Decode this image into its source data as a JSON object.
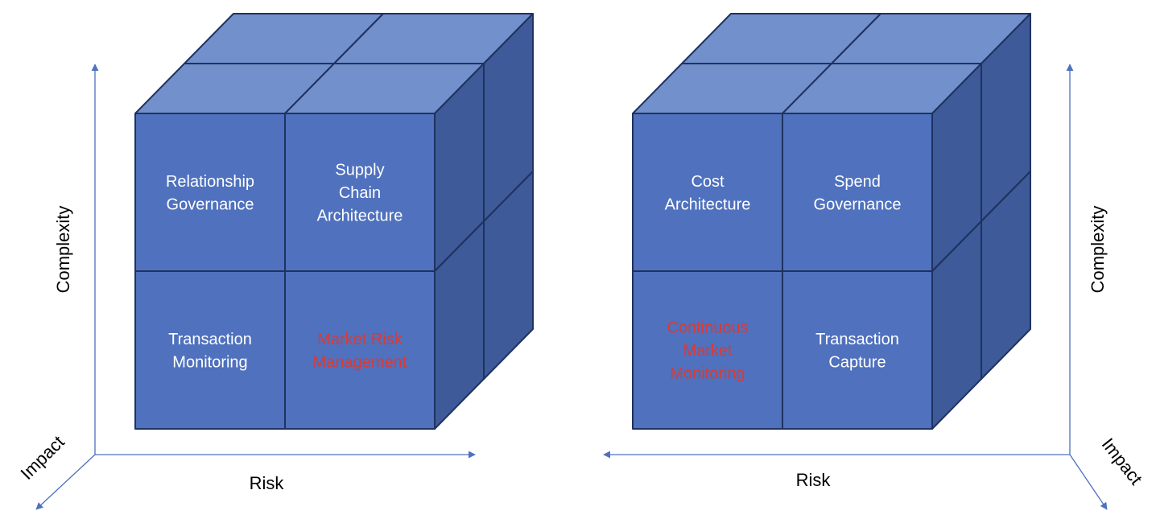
{
  "colors": {
    "front": "#4f71be",
    "top": "#7290cc",
    "side": "#3e5a98",
    "edge": "#1f3260",
    "axis": "#4f71be",
    "highlight_text": "#d83b37"
  },
  "left_cube": {
    "top_left": [
      "Relationship",
      "Governance"
    ],
    "top_right": [
      "Supply",
      "Chain",
      "Architecture"
    ],
    "bottom_left": [
      "Transaction",
      "Monitoring"
    ],
    "bottom_right": [
      "Market Risk",
      "Management"
    ]
  },
  "right_cube": {
    "top_left": [
      "Cost",
      "Architecture"
    ],
    "top_right": [
      "Spend",
      "Governance"
    ],
    "bottom_left": [
      "Continuous",
      "Market",
      "Monitoring"
    ],
    "bottom_right": [
      "Transaction",
      "Capture"
    ]
  },
  "left_axes": {
    "vertical": "Complexity",
    "horizontal": "Risk",
    "depth": "Impact"
  },
  "right_axes": {
    "vertical": "Complexity",
    "horizontal": "Risk",
    "depth": "Impact"
  }
}
